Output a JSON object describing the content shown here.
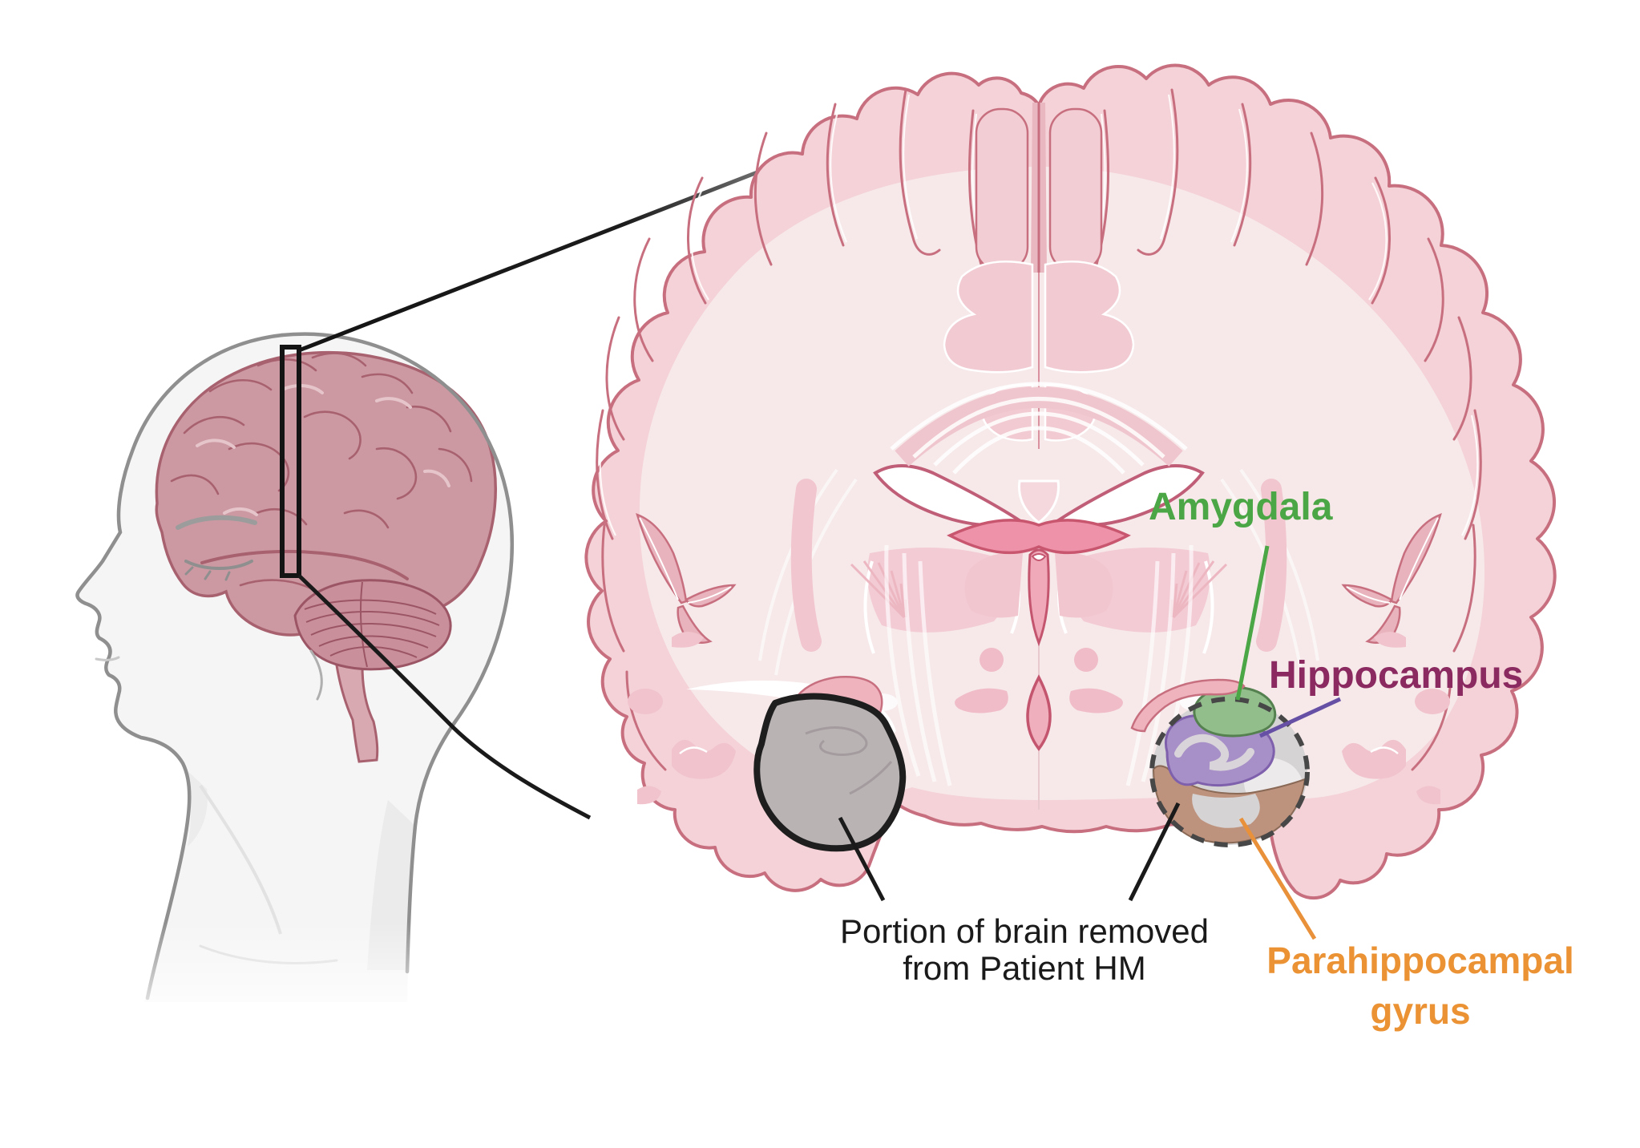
{
  "page": {
    "background": "#ffffff",
    "description_icons": {
      "head": "human-head-profile-icon",
      "lateral_brain": "lateral-brain-icon",
      "cerebellum": "cerebellum-icon",
      "brainstem": "brainstem-icon",
      "section_plane": "coronal-section-plane-rectangle",
      "coronal_section": "coronal-brain-section-illustration"
    }
  },
  "labels": {
    "amygdala": {
      "text": "Amygdala",
      "color": "#4BA645"
    },
    "hippocampus": {
      "text": "Hippocampus",
      "color": "#8A2A60"
    },
    "parahippocampal": {
      "line1": "Parahippocampal",
      "line2": "gyrus",
      "color": "#EB9334"
    },
    "removed": {
      "line1": "Portion of brain removed",
      "line2": "from Patient HM",
      "color": "#1A1A1A"
    }
  },
  "leader_lines": {
    "amygdala": "#4BA645",
    "hippocampus": "#6550A5",
    "parahippocampal": "#E8913A",
    "removed_left": "#1A1A1A",
    "removed_right": "#1A1A1A"
  },
  "structures": {
    "amygdala_fill": "#92BE8B",
    "amygdala_stroke": "#55804F",
    "hippocampus_fill": "#A78FC7",
    "hippocampus_stroke": "#7E60AC",
    "parahippocampal_fill": "#BE937E",
    "medial_temporal_circle_fill": "#D6D3D4",
    "dashed_outline": "#474747",
    "removed_region_fill": "#B9B3B4",
    "removed_region_stroke": "#1E1E1E",
    "cortex_fill": "#F4D2D7",
    "cortex_stroke": "#C76F7F",
    "white_matter_fill": "#F7E9EA",
    "deep_nuclei_fill": "#F1C5CE",
    "fornix_fill": "#EE92A9",
    "ventricle_outline": "#C05E77",
    "head_fill": "#F5F5F5",
    "head_stroke": "#8F8F8F",
    "lateral_brain_fill": "#CC99A2",
    "lateral_brain_stroke": "#A8616F",
    "cerebellum_fill": "#C98F9B"
  }
}
